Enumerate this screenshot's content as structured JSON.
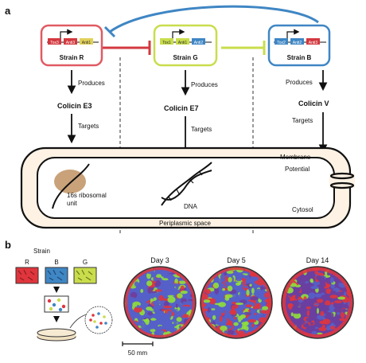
{
  "panel_a": {
    "label": "a",
    "strains": [
      {
        "name": "Strain R",
        "color": "#e05b63",
        "genes": [
          "Tox3",
          "Anti3",
          "Anti1"
        ],
        "produces": "Produces",
        "colicin": "Colicin E3",
        "targets": "Targets",
        "target_label": "16s ribosomal unit"
      },
      {
        "name": "Strain G",
        "color": "#c9dd4c",
        "genes": [
          "Tox1",
          "Anti1",
          "Anti2"
        ],
        "produces": "Produces",
        "colicin": "Colicin E7",
        "targets": "Targets",
        "target_label": "DNA"
      },
      {
        "name": "Strain B",
        "color": "#3f86c4",
        "genes": [
          "Tox2",
          "Anti2",
          "Anti3"
        ],
        "produces": "Produces",
        "colicin": "Colicin V",
        "targets": "Targets",
        "target_label": "Membrane Potential"
      }
    ],
    "cell_labels": {
      "membrane": "Membrane",
      "potential": "Potential",
      "cytosol": "Cytosol",
      "periplasm": "Periplasmic space",
      "ribosome_1": "16s ribosomal",
      "ribosome_2": "unit"
    },
    "colors": {
      "tox": "#d2393f",
      "anti": "#e89a9c",
      "antiG": "#c9dd4c",
      "antiB": "#3f86c4",
      "cell_fill": "#fdf2e4",
      "ribosome": "#c9a27a",
      "inhibit_blue": "#3f86c4",
      "inhibit_red": "#d2393f",
      "inhibit_yellow": "#c9dd4c"
    }
  },
  "panel_b": {
    "label": "b",
    "strain_header": "Strain",
    "strains": [
      "R",
      "B",
      "G"
    ],
    "days": [
      "Day 3",
      "Day 5",
      "Day 14"
    ],
    "scale_bar": "50 mm",
    "colors": {
      "red": "#e0353d",
      "blue": "#5560c8",
      "green": "#8fe03a",
      "purple": "#6a3fa0"
    }
  }
}
